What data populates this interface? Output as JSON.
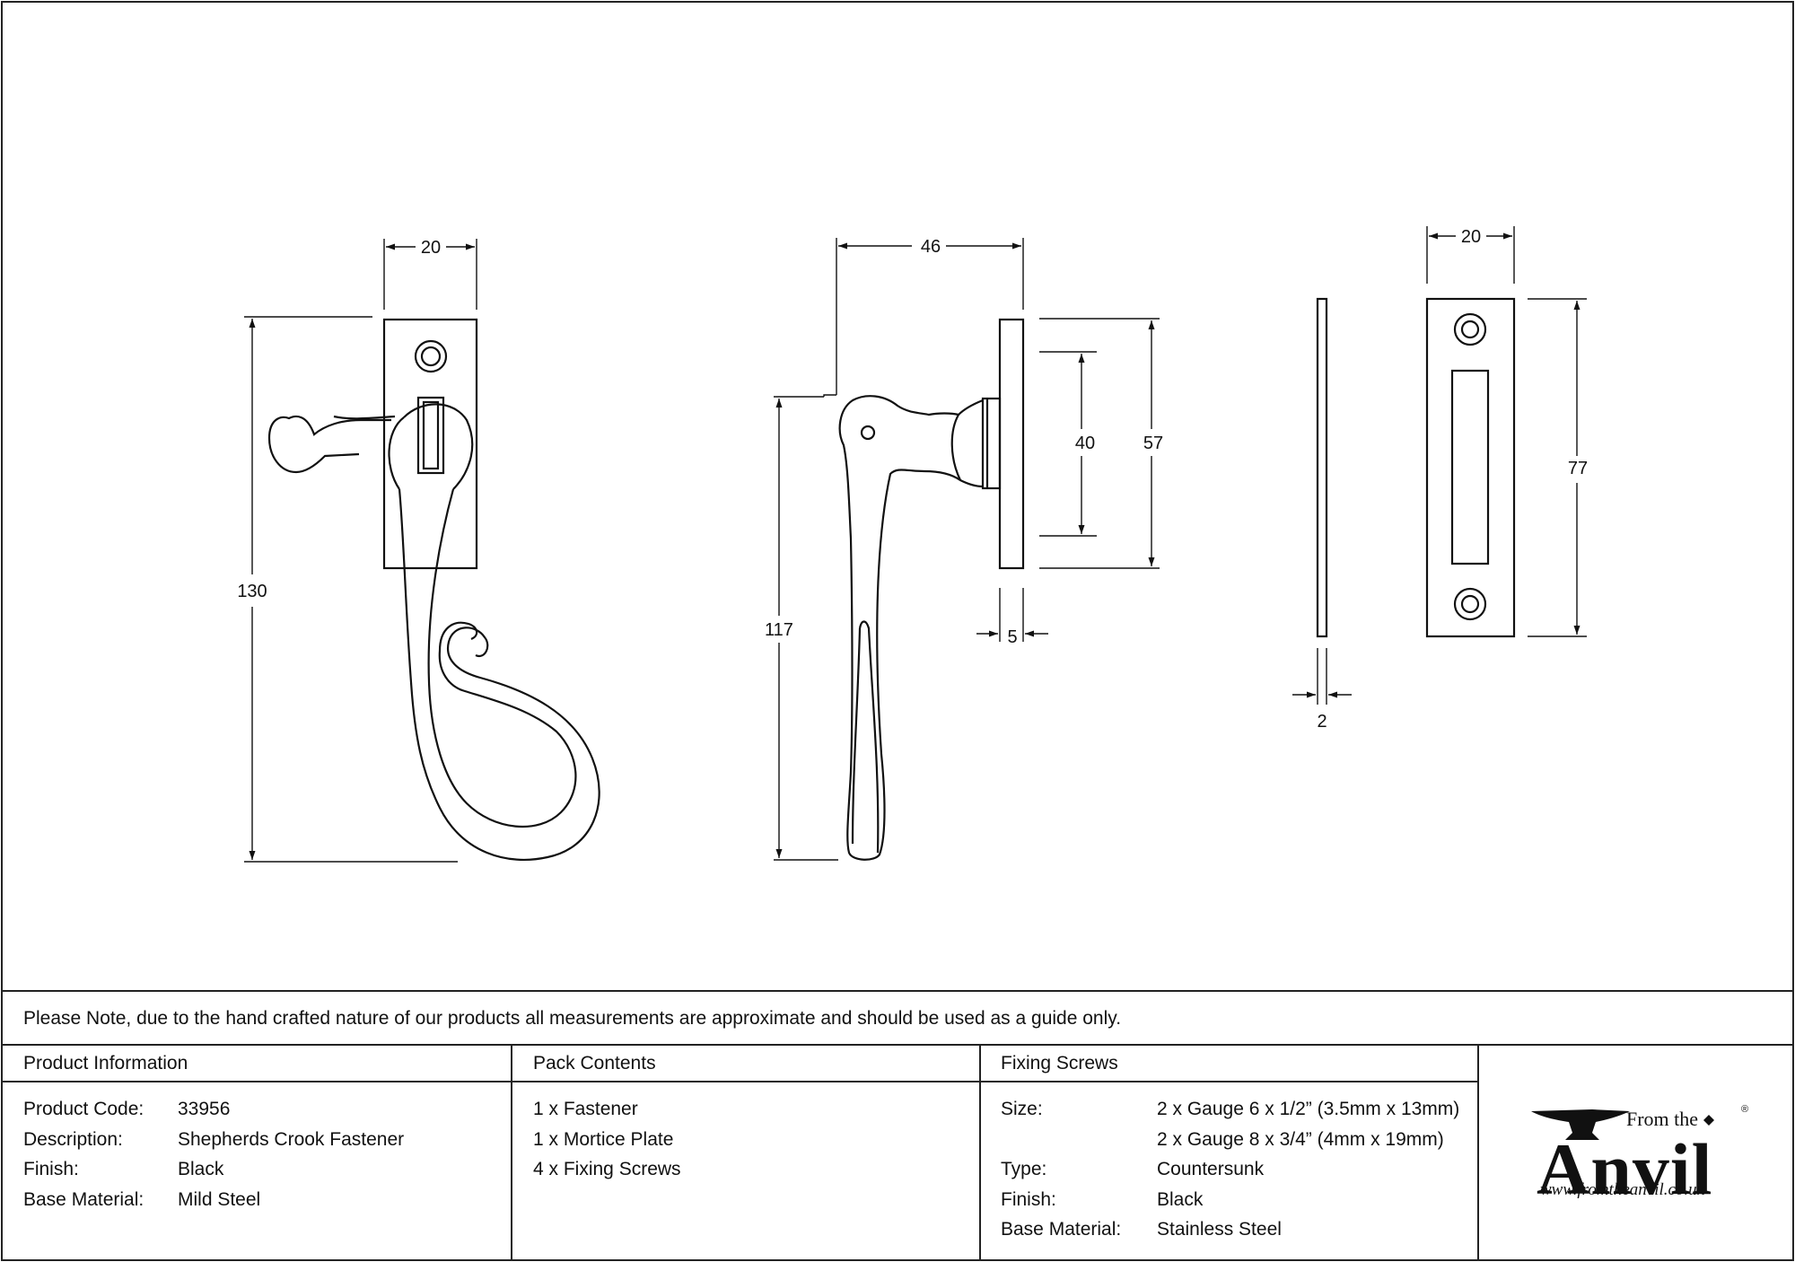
{
  "dimensions": {
    "front_width": "20",
    "front_height": "130",
    "side_width": "46",
    "side_height": "117",
    "plate_inner": "40",
    "plate_outer": "57",
    "plate_depth": "5",
    "mortice_width": "20",
    "mortice_height": "77",
    "mortice_thickness": "2"
  },
  "note": "Please Note, due to the hand crafted nature of our products all measurements are approximate and should be used as a guide only.",
  "product_info": {
    "header": "Product Information",
    "rows": [
      {
        "label": "Product Code:",
        "value": "33956"
      },
      {
        "label": "Description:",
        "value": "Shepherds Crook Fastener"
      },
      {
        "label": "Finish:",
        "value": "Black"
      },
      {
        "label": "Base Material:",
        "value": "Mild Steel"
      }
    ]
  },
  "pack_contents": {
    "header": "Pack Contents",
    "items": [
      "1 x Fastener",
      "1 x Mortice Plate",
      "4 x Fixing Screws"
    ]
  },
  "fixing_screws": {
    "header": "Fixing Screws",
    "rows": [
      {
        "label": "Size:",
        "value": "2 x Gauge 6 x 1/2” (3.5mm x 13mm)"
      },
      {
        "label": "",
        "value": "2 x Gauge 8 x 3/4” (4mm x 19mm)"
      },
      {
        "label": "Type:",
        "value": "Countersunk"
      },
      {
        "label": "Finish:",
        "value": "Black"
      },
      {
        "label": "Base Material:",
        "value": "Stainless Steel"
      }
    ]
  },
  "logo": {
    "from_the": "From the",
    "anvil": "Anvil",
    "registered": "®",
    "url": "www.fromtheanvil.co.uk"
  }
}
